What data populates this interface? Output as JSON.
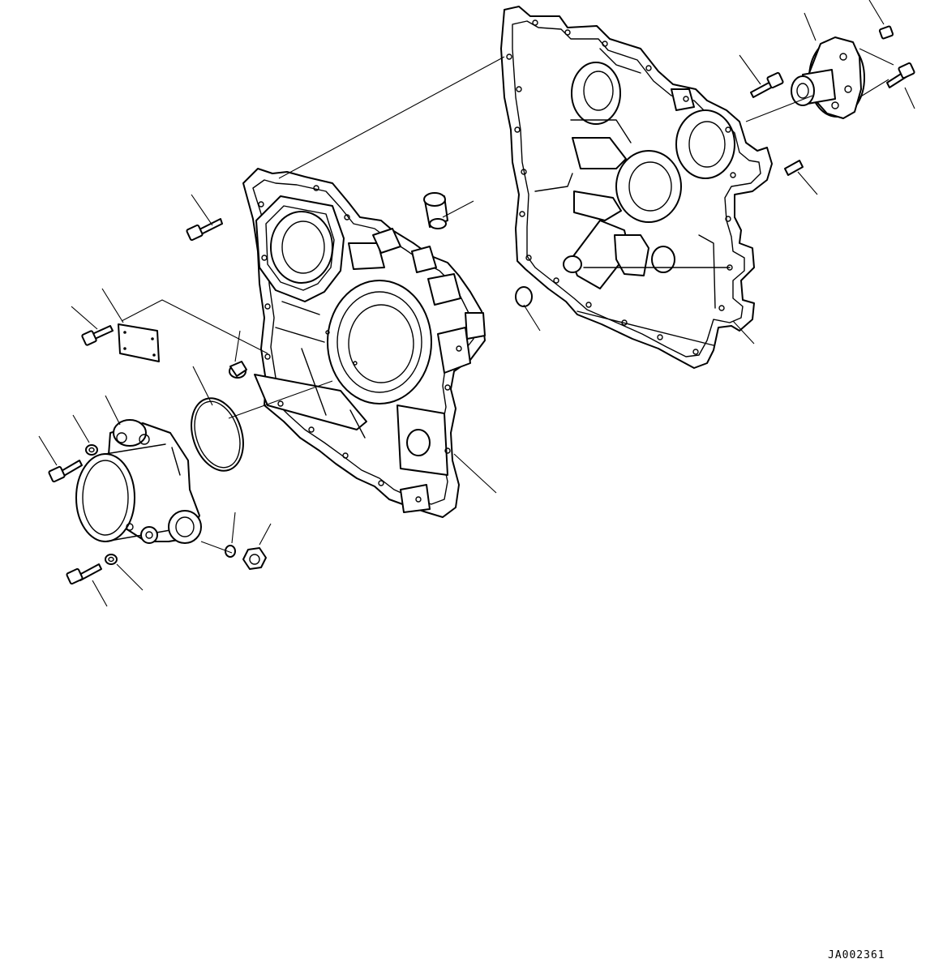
{
  "drawing": {
    "code": "JA002361",
    "line_color": "#000000",
    "background": "#ffffff"
  },
  "parts": [
    {
      "icon": "rear-timing-gear-case"
    },
    {
      "icon": "front-gear-case-cover"
    },
    {
      "icon": "pto-drive-housing"
    },
    {
      "icon": "cover-plate"
    },
    {
      "icon": "o-ring"
    },
    {
      "icon": "flanged-adapter"
    },
    {
      "icon": "dowel-pin"
    },
    {
      "icon": "plug"
    },
    {
      "icon": "bolt"
    },
    {
      "icon": "washer"
    },
    {
      "icon": "flange-nut"
    }
  ]
}
